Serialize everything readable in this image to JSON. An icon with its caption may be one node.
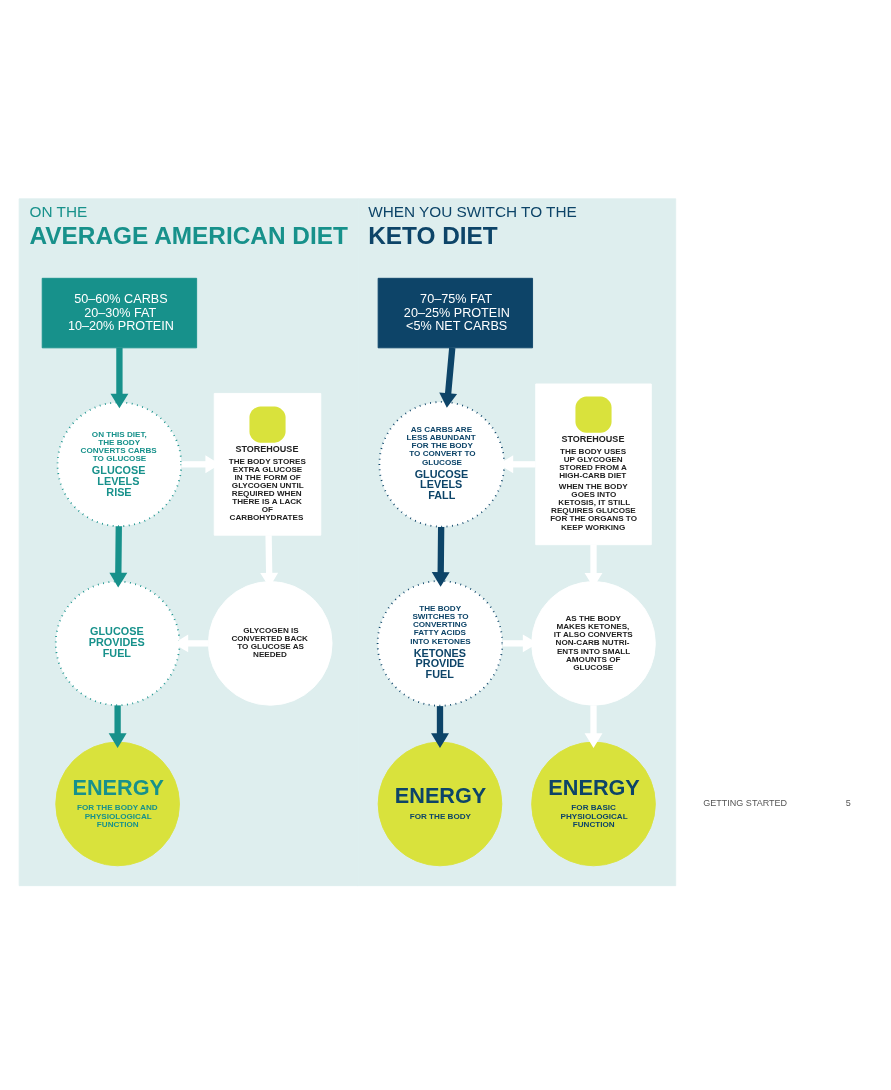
{
  "diagram": {
    "nodes": [
      {
        "text": [
          "ON THE",
          "AVERAGE AMERICAN DIET"
        ]
      },
      {
        "text": [
          "50–60% CARBS 20–30% FAT 10–20% PROTEIN"
        ],
        "in": 0
      },
      {
        "text": [
          "ON THIS DIET, THE BODY CONVERTS CARBS TO GLUCOSE",
          "GLUCOSE LEVELS RISE"
        ],
        "in": 0
      },
      {
        "text": [
          "STOREHOUSE",
          "THE BODY STORES EXTRA GLUCOSE IN THE FORM OF GLYCOGEN UNTIL REQUIRED WHEN THERE IS A LACK OF CARBOHYDRATES"
        ],
        "in": 0
      },
      {
        "text": [
          "GLUCOSE PROVIDES FUEL"
        ],
        "in": 0
      },
      {
        "text": [
          "GLYCOGEN IS CONVERTED BACK TO GLUCOSE AS NEEDED"
        ],
        "in": 0
      },
      {
        "text": [
          "ENERGY",
          "FOR THE BODY AND PHYSIOLOGICAL FUNCTION"
        ],
        "in": 0
      },
      {
        "text": [
          "WHEN YOU SWITCH TO THE",
          "KETO DIET"
        ]
      },
      {
        "text": [
          "70–75% FAT 20–25% PROTEIN <5% NET CARBS"
        ],
        "in": 7
      },
      {
        "text": [
          "AS CARBS ARE LESS ABUNDANT FOR THE BODY TO CONVERT TO GLUCOSE",
          "GLUCOSE LEVELS FALL"
        ],
        "in": 7
      },
      {
        "text": [
          "STOREHOUSE",
          "THE BODY USES UP GLYCOGEN STORED FROM A HIGH-CARB DIET",
          "WHEN THE BODY GOES INTO KETOSIS, IT STILL REQUIRES GLUCOSE FOR THE ORGANS TO KEEP WORKING"
        ],
        "in": 7
      },
      {
        "text": [
          "THE BODY SWITCHES TO CONVERTING FATTY ACIDS INTO KETONES",
          "KETONES PROVIDE FUEL"
        ],
        "in": 7
      },
      {
        "text": [
          "AS THE BODY MAKES KETONES, IT ALSO CONVERTS NON-CARB NUTRI- ENTS INTO SMALL AMOUNTS OF GLUCOSE"
        ],
        "in": 7
      },
      {
        "text": [
          "ENERGY",
          "FOR THE BODY"
        ],
        "in": 7
      },
      {
        "text": [
          "ENERGY",
          "FOR BASIC PHYSIOLOGICAL FUNCTION"
        ],
        "in": 7
      }
    ],
    "edges": [
      {
        "from": 1,
        "to": 2,
        "arrow": "to",
        "color": "#17918b"
      },
      {
        "from": 2,
        "to": 3,
        "arrow": "to"
      },
      {
        "from": 2,
        "to": 4,
        "arrow": "to",
        "color": "#17918b"
      },
      {
        "from": 3,
        "to": 5,
        "arrow": "to"
      },
      {
        "from": 5,
        "to": 4,
        "arrow": "to"
      },
      {
        "from": 4,
        "to": 6,
        "arrow": "to",
        "color": "#17918b"
      },
      {
        "from": 8,
        "to": 9,
        "arrow": "to",
        "color": "#0d4468"
      },
      {
        "from": 10,
        "to": 9,
        "arrow": "to"
      },
      {
        "from": 9,
        "to": 11,
        "arrow": "to",
        "color": "#0d4468"
      },
      {
        "from": 10,
        "to": 12,
        "arrow": "to"
      },
      {
        "from": 11,
        "to": 12,
        "arrow": "to"
      },
      {
        "from": 11,
        "to": 13,
        "arrow": "to",
        "color": "#0d4468"
      },
      {
        "from": 12,
        "to": 14,
        "arrow": "to"
      }
    ],
    "labels": [
      "GETTING STARTED",
      "5"
    ]
  }
}
